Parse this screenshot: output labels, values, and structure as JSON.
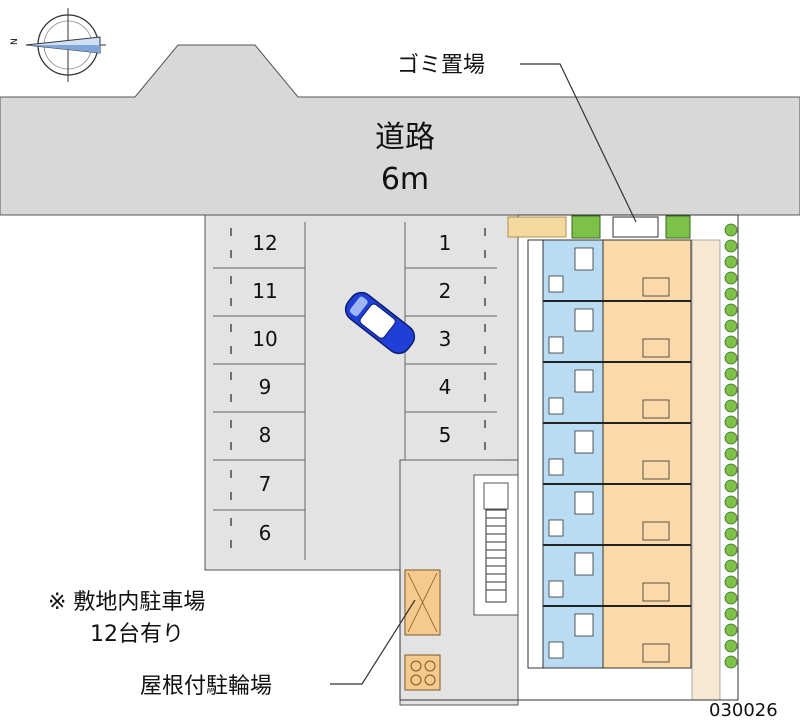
{
  "map": {
    "road": {
      "name": "道路",
      "width": "6m"
    },
    "labels": {
      "garbage": "ゴミ置場",
      "parking_note_line1": "※ 敷地内駐車場",
      "parking_note_line2": "12台有り",
      "bike_parking": "屋根付駐輪場"
    },
    "code": "030026",
    "compass": {
      "north_letter": "N"
    },
    "parking_spaces": {
      "left_column": [
        "12",
        "11",
        "10",
        "9",
        "8",
        "7",
        "6"
      ],
      "right_column": [
        "1",
        "2",
        "3",
        "4",
        "5"
      ]
    },
    "units_count": 7,
    "colors": {
      "road": "#d8d8d8",
      "parking_lot": "#e3e3e3",
      "unit_room": "#fbd9a8",
      "unit_wet": "#b9dcf3",
      "car": "#1f3fd6",
      "hedge": "#7cc24a"
    }
  }
}
